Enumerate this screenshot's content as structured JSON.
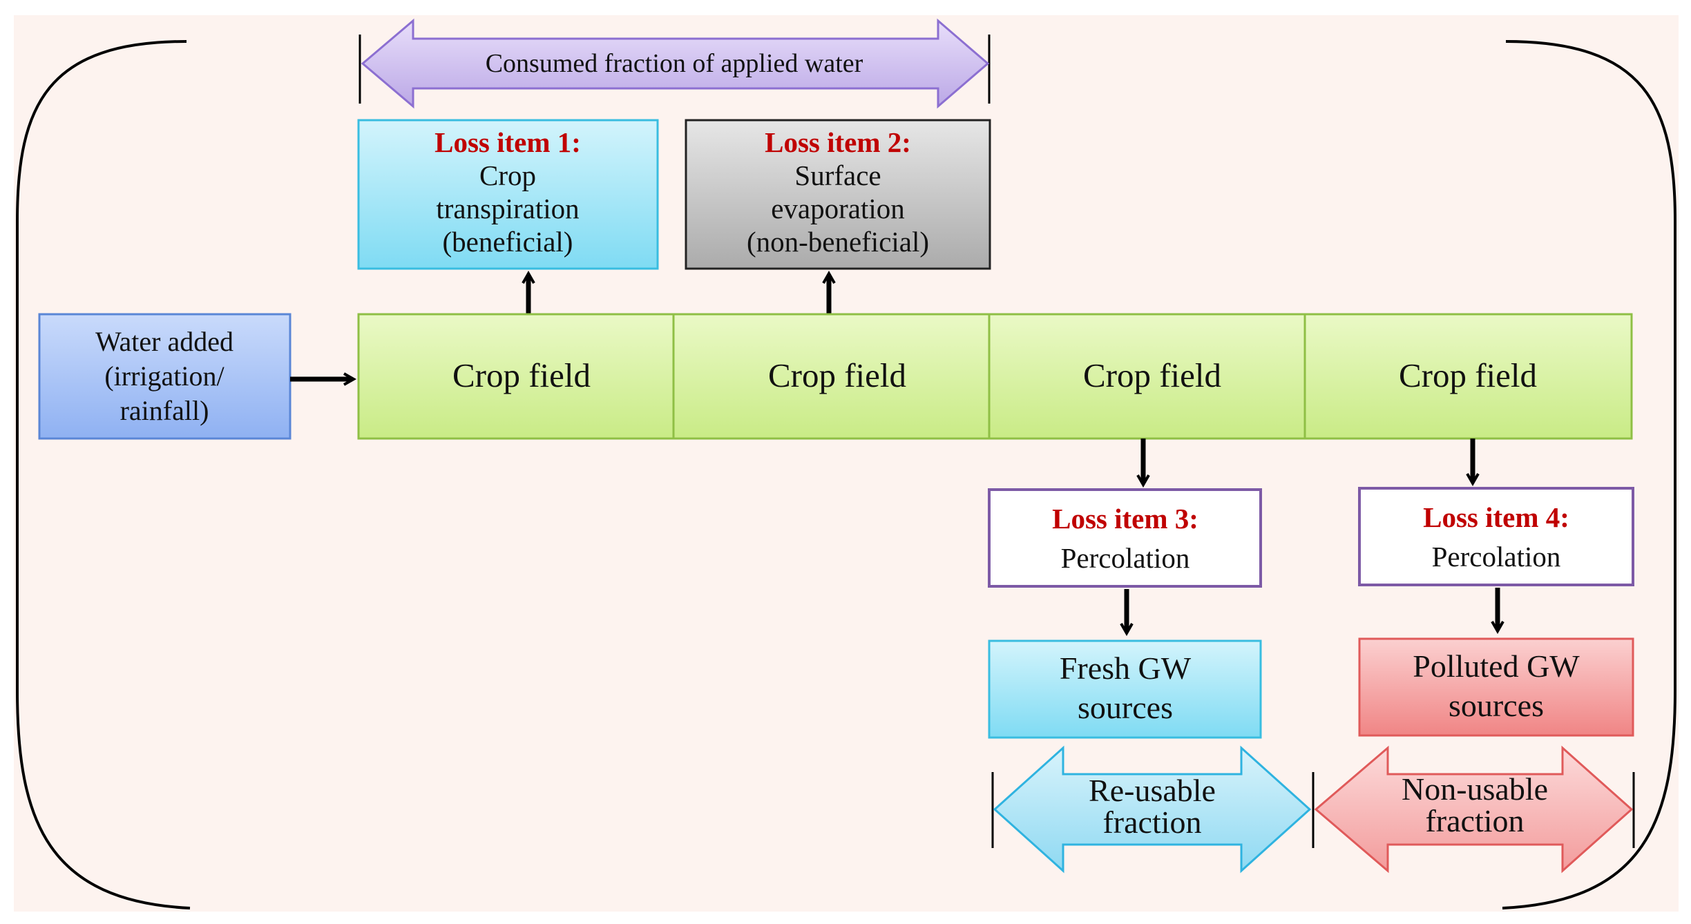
{
  "diagram": {
    "consumed_label": "Consumed fraction of applied water",
    "water_added": [
      "Water added",
      "(irrigation/",
      "rainfall)"
    ],
    "crop_fields": [
      "Crop field",
      "Crop field",
      "Crop field",
      "Crop field"
    ],
    "loss_items": [
      {
        "title": "Loss item 1:",
        "lines": [
          "Crop",
          "transpiration",
          "(beneficial)"
        ]
      },
      {
        "title": "Loss item 2:",
        "lines": [
          "Surface",
          "evaporation",
          "(non-beneficial)"
        ]
      },
      {
        "title": "Loss item 3:",
        "lines": [
          "Percolation"
        ]
      },
      {
        "title": "Loss item 4:",
        "lines": [
          "Percolation"
        ]
      }
    ],
    "gw_sources": [
      {
        "lines": [
          "Fresh GW",
          "sources"
        ]
      },
      {
        "lines": [
          "Polluted GW",
          "sources"
        ]
      }
    ],
    "fractions": [
      {
        "lines": [
          "Re-usable",
          "fraction"
        ]
      },
      {
        "lines": [
          "Non-usable",
          "fraction"
        ]
      }
    ],
    "colors": {
      "background": "#fdf3ef",
      "water_added": "#a9c4f5",
      "crop_field": "#d9f1a6",
      "loss1": "#9fe3f5",
      "loss2": "#c8c8c8",
      "loss_title_red": "#c00000",
      "percolation_border": "#7d5aa6",
      "fresh_gw": "#9fe3f5",
      "polluted_gw": "#f5a0a0",
      "consumed_arrow": "#cfc0ee",
      "reusable_arrow": "#a7e4f7",
      "nonusable_arrow": "#f7b3b3"
    }
  }
}
